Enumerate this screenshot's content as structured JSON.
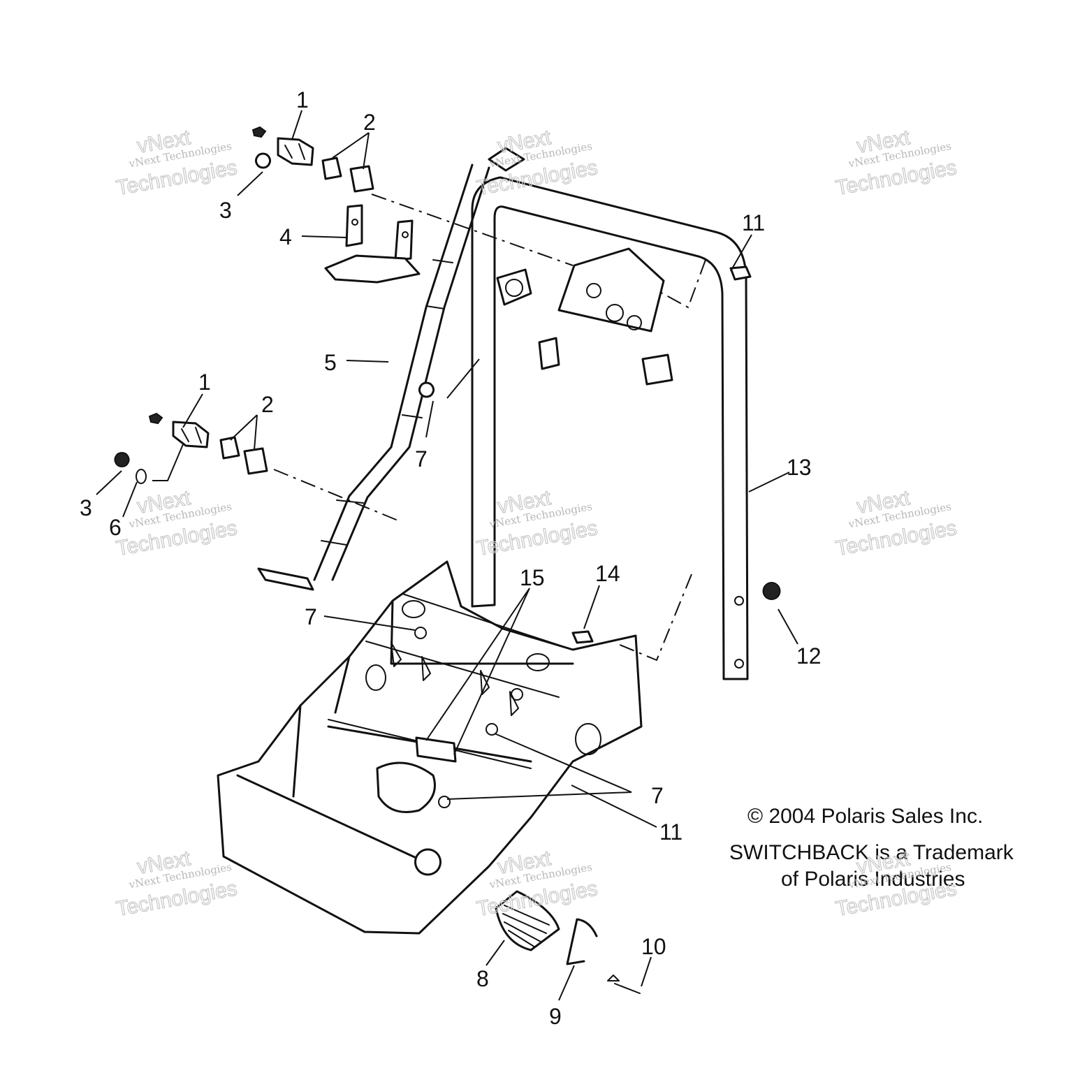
{
  "callouts": [
    {
      "label": "1"
    },
    {
      "label": "2"
    },
    {
      "label": "3"
    },
    {
      "label": "4"
    },
    {
      "label": "5"
    },
    {
      "label": "1"
    },
    {
      "label": "2"
    },
    {
      "label": "3"
    },
    {
      "label": "6"
    },
    {
      "label": "7"
    },
    {
      "label": "11"
    },
    {
      "label": "13"
    },
    {
      "label": "15"
    },
    {
      "label": "14"
    },
    {
      "label": "7"
    },
    {
      "label": "12"
    },
    {
      "label": "7"
    },
    {
      "label": "11"
    },
    {
      "label": "8"
    },
    {
      "label": "9"
    },
    {
      "label": "10"
    }
  ],
  "notice": {
    "line1": "© 2004 Polaris Sales Inc.",
    "line2": "SWITCHBACK is a Trademark",
    "line3": "of Polaris Industries"
  },
  "watermark": {
    "brand_small": "vNext Technologies",
    "brand_a": "vNext",
    "brand_b": "Technologies"
  }
}
